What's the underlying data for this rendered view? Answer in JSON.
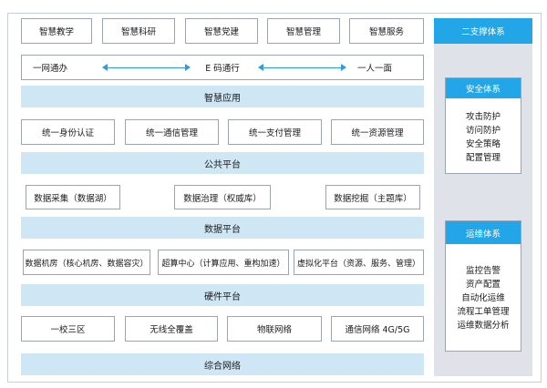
{
  "smart_apps": [
    "智慧教学",
    "智慧科研",
    "智慧党建",
    "智慧管理",
    "智慧服务"
  ],
  "access_row": {
    "left": "一网通办",
    "center": "E 码通行",
    "right": "一人一面"
  },
  "smart_app_layer": "智慧应用",
  "public_items": [
    "统一身份认证",
    "统一通信管理",
    "统一支付管理",
    "统一资源管理"
  ],
  "public_layer": "公共平台",
  "data_items": [
    "数据采集（数据湖）",
    "数据治理（权威库）",
    "数据挖掘（主题库）"
  ],
  "data_layer": "数据平台",
  "hardware_items": [
    "数据机房（核心机房、数据容灾）",
    "超算中心（计算应用、重构加速）",
    "虚拟化平台（资源、服务、管理）"
  ],
  "hardware_layer": "硬件平台",
  "network_items": [
    "一校三区",
    "无线全覆盖",
    "物联网络",
    "通信网络 4G/5G"
  ],
  "network_layer": "综合网络",
  "support": {
    "title": "二支撑体系",
    "security": {
      "title": "安全体系",
      "items": [
        "攻击防护",
        "访问防护",
        "安全策略",
        "配置管理"
      ]
    },
    "ops": {
      "title": "运维体系",
      "items": [
        "监控告警",
        "资产配置",
        "自动化运维",
        "流程工单管理",
        "运维数据分析"
      ]
    }
  },
  "colors": {
    "band": "#cfe7f5",
    "accent": "#22a6e8",
    "arrow": "#2a9fdc",
    "border": "#9aa4b4",
    "panel": "#dfe2e9"
  }
}
